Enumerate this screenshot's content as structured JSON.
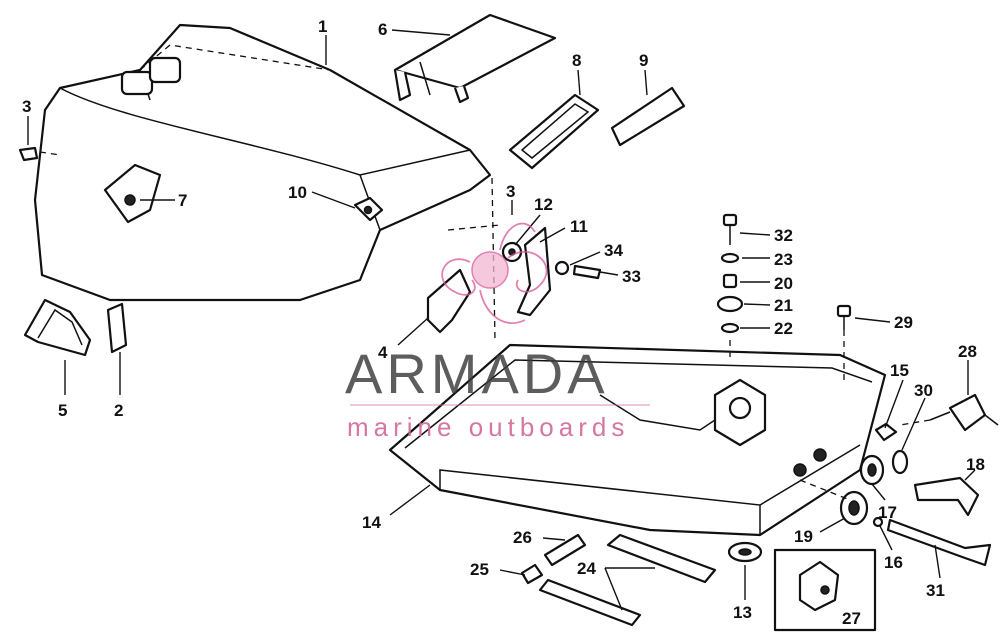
{
  "labels": {
    "p1": "1",
    "p2": "2",
    "p3a": "3",
    "p3b": "3",
    "p4": "4",
    "p5": "5",
    "p6": "6",
    "p7": "7",
    "p8": "8",
    "p9": "9",
    "p10": "10",
    "p11": "11",
    "p12": "12",
    "p13": "13",
    "p14": "14",
    "p15": "15",
    "p16": "16",
    "p17": "17",
    "p18": "18",
    "p19": "19",
    "p20": "20",
    "p21": "21",
    "p22": "22",
    "p23": "23",
    "p24": "24",
    "p25": "25",
    "p26": "26",
    "p27": "27",
    "p28": "28",
    "p29": "29",
    "p30": "30",
    "p31": "31",
    "p32": "32",
    "p33": "33",
    "p34": "34"
  },
  "watermark": {
    "brand": "ARMADA",
    "tagline": "marine outboards",
    "logo_color": "#d9559a"
  }
}
